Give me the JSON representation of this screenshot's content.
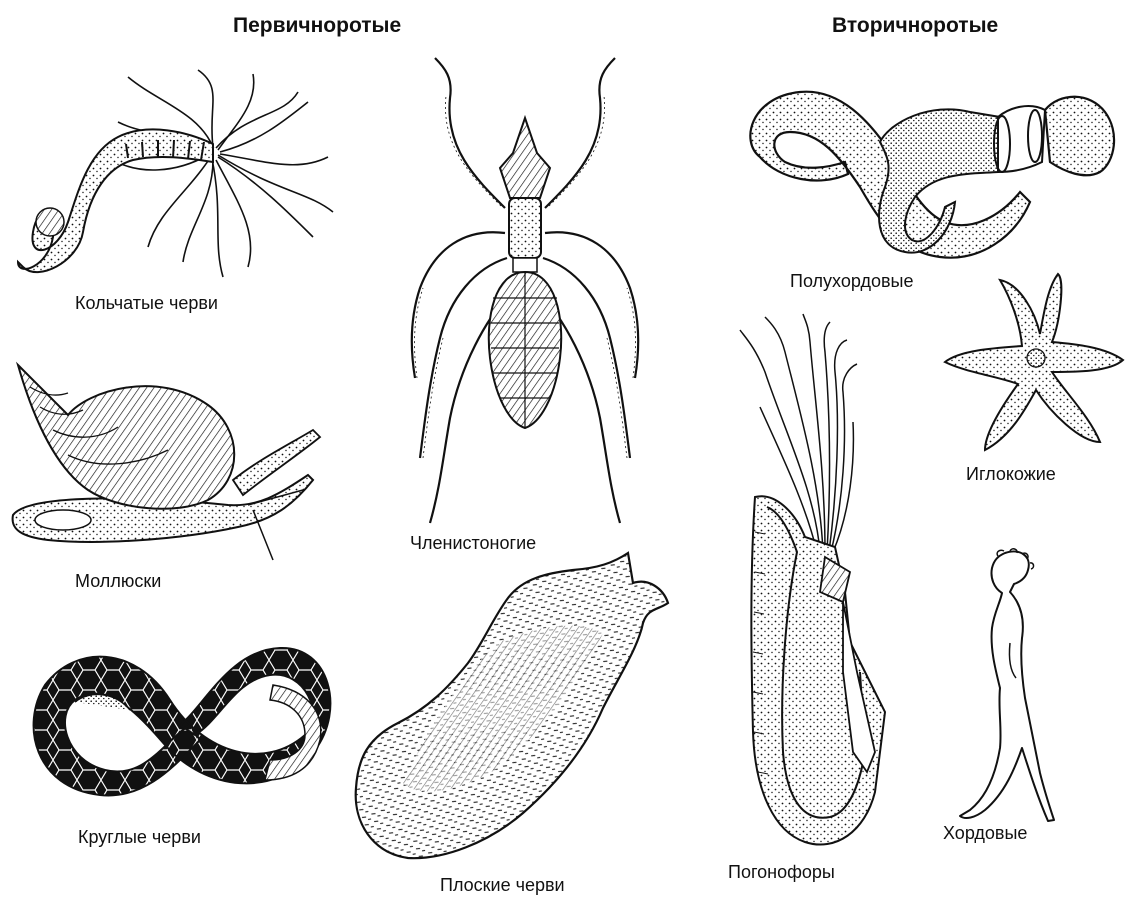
{
  "groups": {
    "protostomes": {
      "title": "Первичноротые",
      "animals": {
        "annelids": "Кольчатые черви",
        "molluscs": "Моллюски",
        "roundworms": "Круглые черви",
        "arthropods": "Членистоногие",
        "flatworms": "Плоские черви"
      }
    },
    "deuterostomes": {
      "title": "Вторичноротые",
      "animals": {
        "hemichordates": "Полухордовые",
        "echinoderms": "Иглокожие",
        "pogonophores": "Погонофоры",
        "chordates": "Хордовые"
      }
    }
  },
  "colors": {
    "ink": "#111111",
    "background": "#ffffff"
  }
}
